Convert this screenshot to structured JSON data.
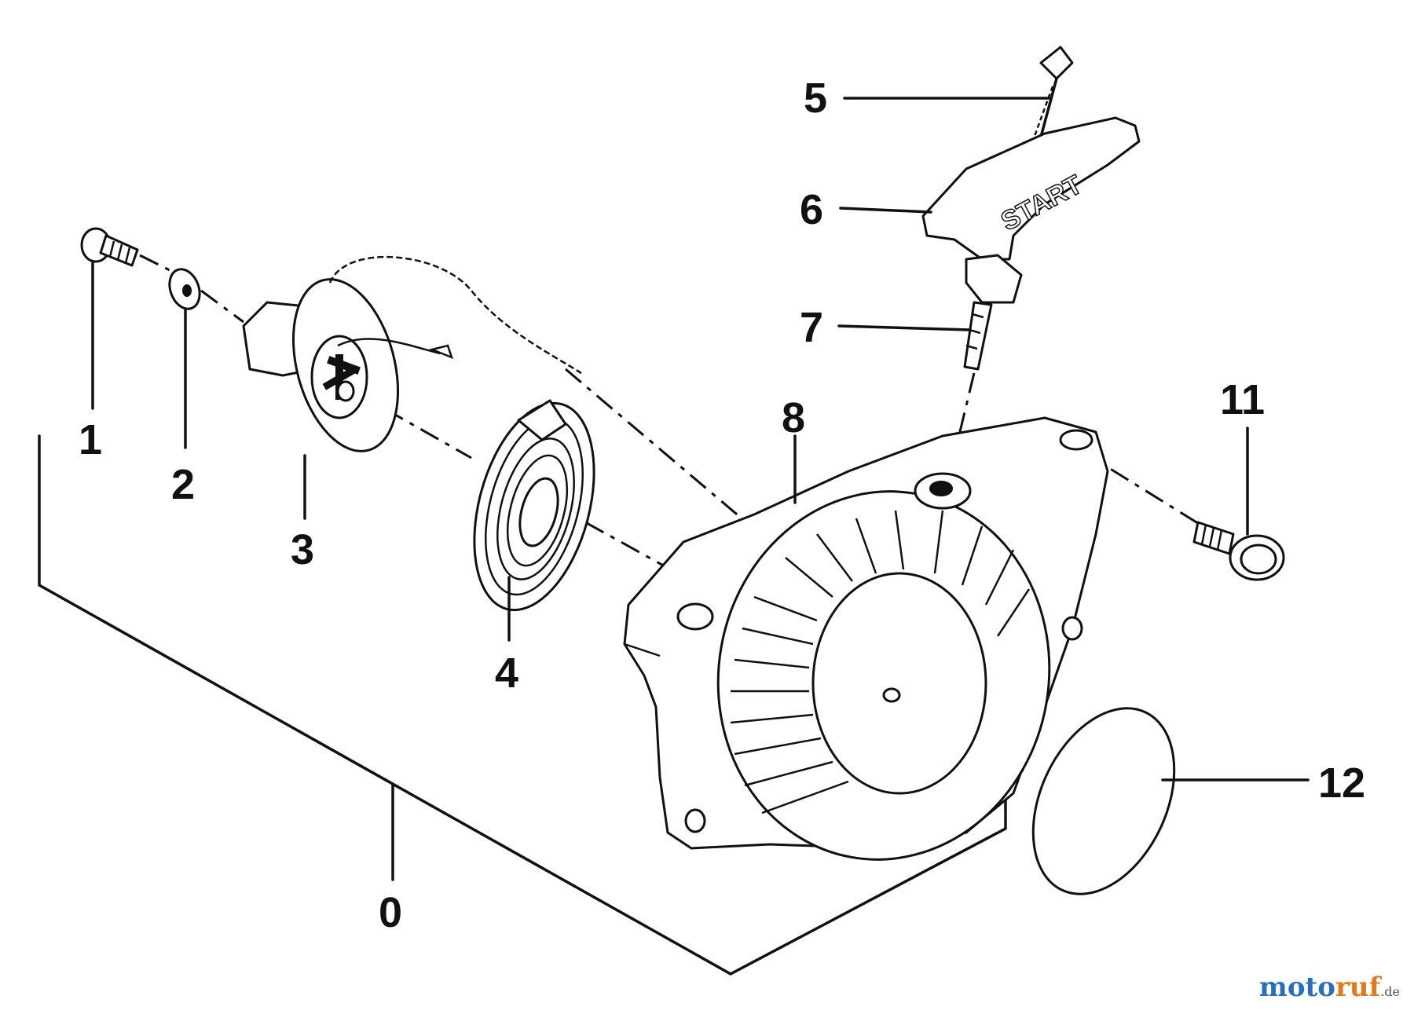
{
  "callouts": {
    "c0": "0",
    "c1": "1",
    "c2": "2",
    "c3": "3",
    "c4": "4",
    "c5": "5",
    "c6": "6",
    "c7": "7",
    "c8": "8",
    "c11": "11",
    "c12": "12"
  },
  "handle_text": "START",
  "watermark": {
    "part1": "moto",
    "part2": "ruf",
    "suffix": ".de"
  }
}
